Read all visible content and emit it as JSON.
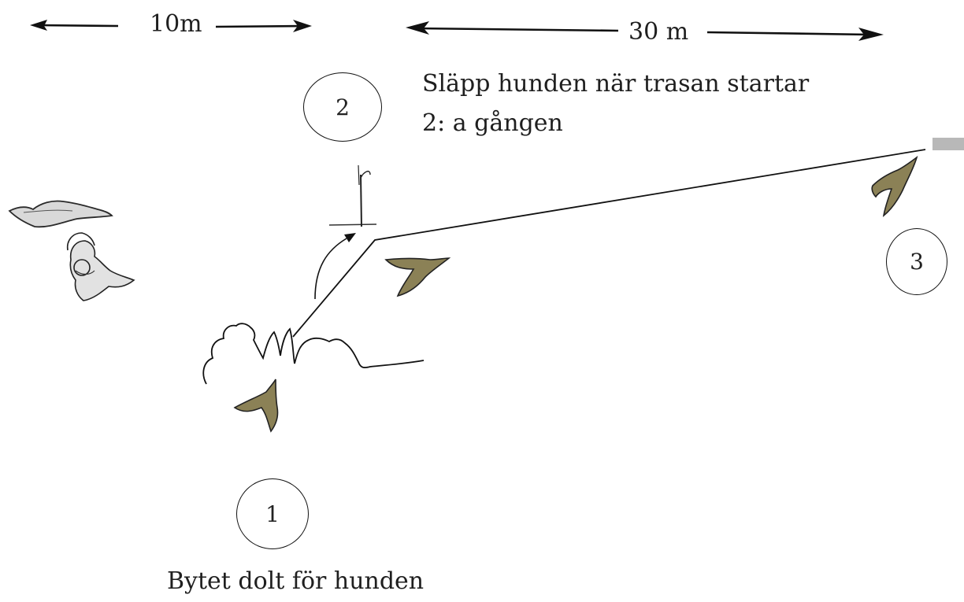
{
  "scale": {
    "left_distance": "10m",
    "right_distance": "30 m"
  },
  "instruction": {
    "line1": "Släpp hunden när trasan startar",
    "line2": "2: a gången"
  },
  "caption": "Bytet dolt för hunden",
  "markers": [
    "1",
    "2",
    "3"
  ],
  "colors": {
    "footprint_fill": "#8b8156",
    "line": "#111111",
    "edge_tab": "#b8b8b8"
  }
}
